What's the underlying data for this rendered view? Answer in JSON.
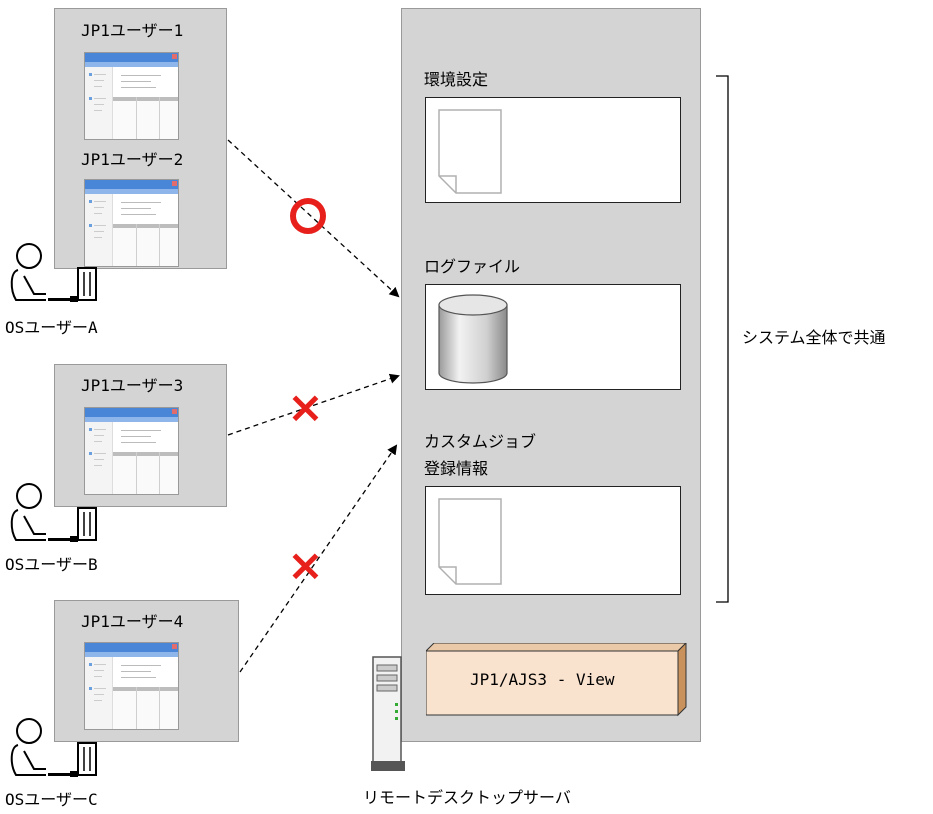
{
  "users": [
    {
      "os_user": "OSユーザーA",
      "jp1_users": [
        "JP1ユーザー1",
        "JP1ユーザー2"
      ],
      "access": "allowed"
    },
    {
      "os_user": "OSユーザーB",
      "jp1_users": [
        "JP1ユーザー3"
      ],
      "access": "denied"
    },
    {
      "os_user": "OSユーザーC",
      "jp1_users": [
        "JP1ユーザー4"
      ],
      "access": "denied"
    }
  ],
  "server": {
    "caption": "リモートデスクトップサーバ",
    "sections": {
      "env_settings": "環境設定",
      "log_file": "ログファイル",
      "custom_job_line1": "カスタムジョブ",
      "custom_job_line2": "登録情報"
    },
    "app_label": "JP1/AJS3 - View"
  },
  "bracket_label": "システム全体で共通",
  "marks": {
    "allowed": "○",
    "denied": "×"
  },
  "colors": {
    "mark_red": "#e8201c",
    "box_gray": "#d4d4d4",
    "app_box": "#f9e3cf"
  }
}
